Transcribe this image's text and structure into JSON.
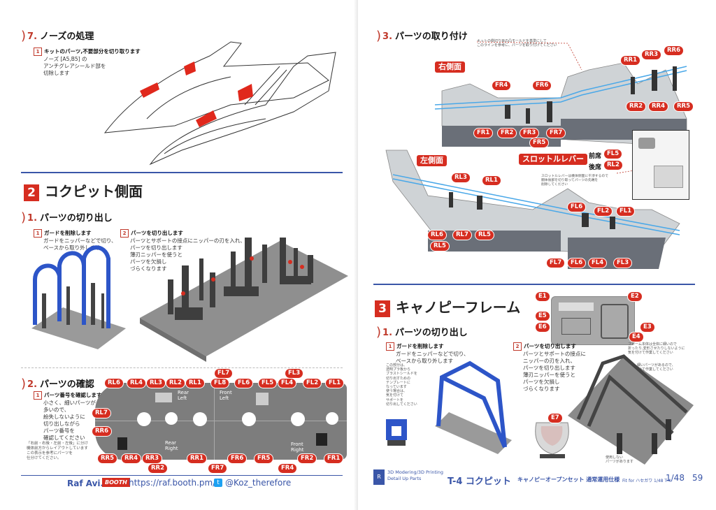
{
  "left_page": {
    "step7": {
      "num": "7.",
      "title": "ノーズの処理"
    },
    "step7_note": {
      "badge": "1",
      "head": "キットのパーツ,不要部分を切り取ります",
      "body": "ノーズ [A5,B5] の\nアンチグレアシールド部を\n切除します"
    },
    "section2": {
      "num": "2",
      "title": "コクピット側面"
    },
    "step1": {
      "num": "1.",
      "title": "パーツの切り出し"
    },
    "step1_note1": {
      "badge": "1",
      "head": "ガードを削除します",
      "body": "ガードをニッパーなどで切り、\nベースから取り外します"
    },
    "step1_note2": {
      "badge": "2",
      "head": "パーツを切り出します",
      "body": "パーツとサポートの接点にニッパーの刃を入れ、\nパーツを切り出します\n薄刃ニッパーを使うと\nパーツを欠損し\nづらくなります"
    },
    "step2": {
      "num": "2.",
      "title": "パーツの確認"
    },
    "step2_note": {
      "badge": "1",
      "head": "パーツ番号を確認します",
      "body": "小さく、細いパーツが\n多いので、\n紛失しないように\n切り出しながら\nパーツ番号を\n確認してください"
    },
    "step2_small": "「右前・右後・左前・左後」に分け\n機体前方からレイアウトしています\nこの表示を参考にパーツを\n仕分けてください。",
    "tray_labels": {
      "rear_left": "Rear\nLeft",
      "front_left": "Front\nLeft",
      "rear_right": "Rear\nRight",
      "front_right": "Front\nRight"
    },
    "tags_top": [
      "RL6",
      "RL4",
      "RL3",
      "RL2",
      "RL1",
      "FL8",
      "FL6",
      "FL5",
      "FL4",
      "FL2",
      "FL1"
    ],
    "tags_top2": [
      "FL7",
      "FL3"
    ],
    "tags_left": [
      "RL7",
      "RR6"
    ],
    "tags_bottom": [
      "RR5",
      "RR4",
      "RR3",
      "RR2",
      "RR1",
      "FR7",
      "FR6",
      "FR5",
      "FR4",
      "FR2",
      "FR1"
    ],
    "footer": {
      "author": "Raf Avi.",
      "booth": "BOOTH",
      "url": "https://raf.booth.pm/",
      "twitter": "@Koz_therefore"
    }
  },
  "right_page": {
    "step3": {
      "num": "3.",
      "title": "パーツの取り付け"
    },
    "top_small": "キットの側切り目の凸モールドを基準にして\nこのラインを参考に、パーツを取り付けてください",
    "right_side": "右側面",
    "left_side": "左側面",
    "throttle": "スロットルレバー",
    "front_seat": "前席",
    "rear_seat": "後席",
    "throttle_note": "スロットルレバーは機体側面に干渉するので\n胴体後部を切り取ってパーツの先端を\n削除してください",
    "tags_right": [
      "FR4",
      "FR6",
      "FR1",
      "FR2",
      "FR3",
      "FR7",
      "FR5",
      "RR1",
      "RR3",
      "RR6",
      "RR2",
      "RR4",
      "RR5"
    ],
    "tags_seat": [
      "FL5",
      "RL2"
    ],
    "tags_left": [
      "RL3",
      "RL1",
      "RL6",
      "RL7",
      "RL5",
      "RL5",
      "FL6",
      "FL2",
      "FL1",
      "FL7",
      "FL6",
      "FL4",
      "FL3"
    ],
    "section3": {
      "num": "3",
      "title": "キャノピーフレーム"
    },
    "step1": {
      "num": "1.",
      "title": "パーツの切り出し"
    },
    "s3_note1": {
      "badge": "1",
      "head": "ガードを削除します",
      "body": "ガードをニッパーなどで切り、\nベースから取り外します"
    },
    "s3_note2": {
      "badge": "2",
      "head": "パーツを切り出します",
      "body": "パーツとサポートの接点に\nニッパーの刃を入れ、\nパーツを切り出します\n薄刃ニッパーを使うと\nパーツを欠損し\nづらくなります"
    },
    "s3_small_left": "この部分は、\n透明プラ板から\nブラストシールドを\n切り出すための\nテンプレートに\nなっています\n使う場合は、\n気を付けて\nサポートを\n切り出してください",
    "s3_small_right1": "フレーム本体は全体に細いので\n折ったり,変形させたりしないように\n気を付けて作業してください",
    "s3_small_right2": "2つ、細いパーツがあるので、\n気を付けて作業してください",
    "s3_small_bottom": "使用しない\nパーツがあります",
    "tags_e": [
      "E1",
      "E2",
      "E3",
      "E4",
      "E5",
      "E6",
      "E7"
    ],
    "footer": {
      "line1": "3D Modering/3D Printing",
      "line2": "Detail Up Parts",
      "title": "T-4 コクピット",
      "subtitle": "キャノピーオープンセット 通常運用仕様",
      "fitfor": "Fit for ハセガワ 1/48 T-4",
      "scale": "1/48",
      "page": "59"
    }
  },
  "colors": {
    "accent_red": "#d62d20",
    "rule_blue": "#3a56a8",
    "frame_blue": "#2d55c8",
    "print_gray": "#555555"
  }
}
